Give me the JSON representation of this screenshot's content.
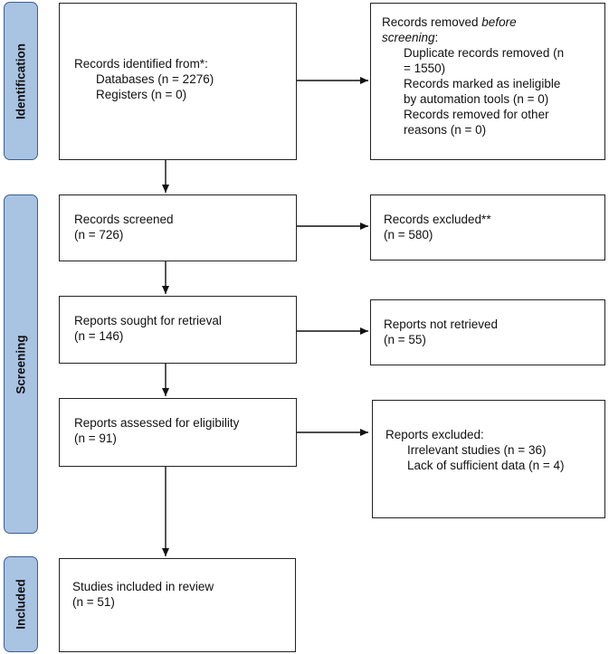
{
  "phases": {
    "identification": "Identification",
    "screening": "Screening",
    "included": "Included"
  },
  "identified": {
    "title": "Records identified from*:",
    "databases": "Databases (n = 2276)",
    "registers": "Registers (n = 0)"
  },
  "removed": {
    "title_prefix": "Records removed ",
    "title_italic_1": "before",
    "title_italic_2": "screening",
    "title_suffix": ":",
    "dup_1": "Duplicate records removed (n",
    "dup_2": "= 1550)",
    "inel_1": "Records marked as ineligible",
    "inel_2": "by automation tools (n = 0)",
    "other_1": "Records removed for other",
    "other_2": "reasons (n = 0)"
  },
  "screened": {
    "title": "Records screened",
    "count": "(n = 726)"
  },
  "excluded": {
    "title": "Records excluded**",
    "count": "(n = 580)"
  },
  "sought": {
    "title": "Reports sought for retrieval",
    "count": "(n = 146)"
  },
  "not_retrieved": {
    "title": "Reports not retrieved",
    "count": "(n = 55)"
  },
  "assessed": {
    "title": "Reports assessed for eligibility",
    "count": "(n = 91)"
  },
  "reports_excluded": {
    "title": "Reports excluded:",
    "irrelevant": "Irrelevant studies (n = 36)",
    "lack": "Lack of sufficient data (n = 4)"
  },
  "included": {
    "title": "Studies included in review",
    "count": "(n = 51)"
  }
}
